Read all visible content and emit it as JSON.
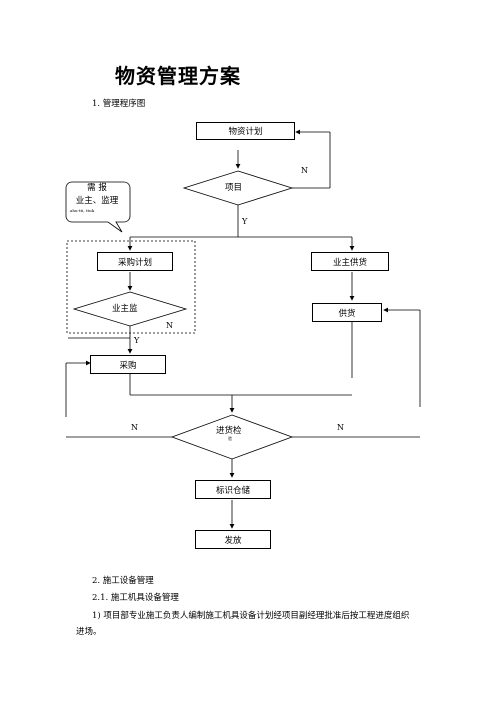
{
  "doc": {
    "title": "物资管理方案",
    "section1": "1. 管理程序图",
    "section2": "2. 施工设备管理",
    "section2_1": "2.1. 施工机具设备管理",
    "para1_line1": "1) 项目部专业施工负责人编制施工机具设备计划经项目副经理批准后按工程进度组织",
    "para1_line2": "进场。"
  },
  "flow": {
    "plan": "物资计划",
    "project": "项目",
    "callout_line1": "需 报",
    "callout_line2": "业主、监理",
    "callout_small": "ahu-tti, ttuk",
    "procure_plan": "采购计划",
    "owner_supply": "业主供货",
    "owner_supervise": "业主监",
    "supply": "供货",
    "purchase": "采购",
    "inspect": "进货检",
    "inspect_sub": "验",
    "label_store": "标识仓储",
    "issue": "发放",
    "N": "N",
    "Y": "Y"
  }
}
